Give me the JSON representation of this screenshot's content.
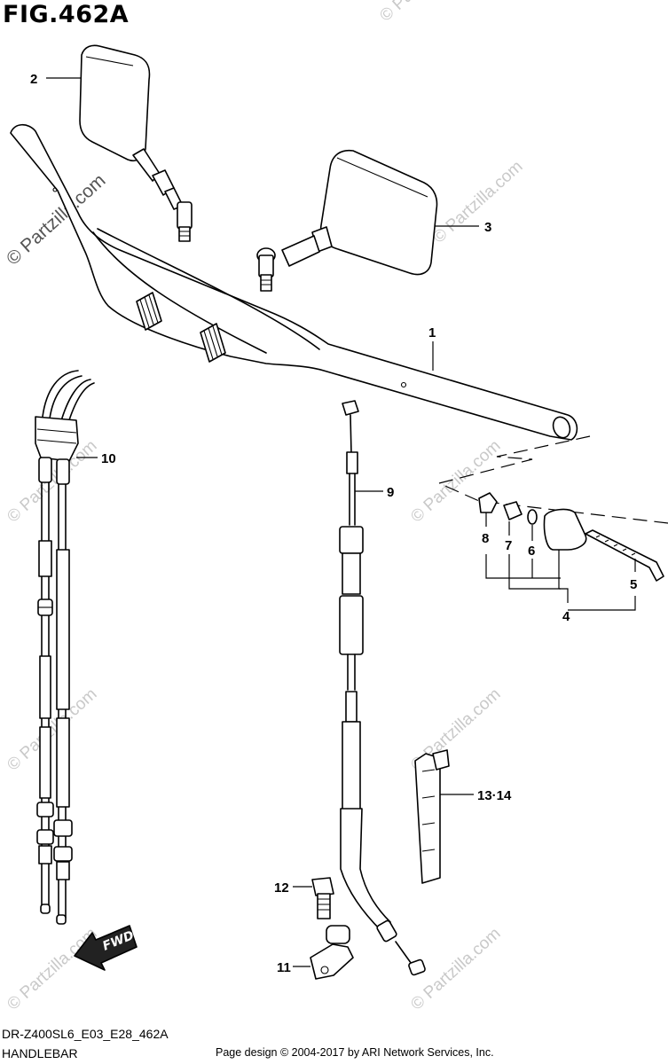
{
  "figure": {
    "title": "FIG.462A",
    "diagram_code": "DR-Z400SL6_E03_E28_462A",
    "section_name": "HANDLEBAR",
    "page_credit": "Page design © 2004-2017 by ARI Network Services, Inc."
  },
  "watermark": {
    "text": "© Partzilla.com",
    "color": "#c9c9c9"
  },
  "fwd_badge": {
    "label": "FWD"
  },
  "callouts": [
    {
      "id": "1",
      "label": "1"
    },
    {
      "id": "2",
      "label": "2"
    },
    {
      "id": "3",
      "label": "3"
    },
    {
      "id": "4",
      "label": "4"
    },
    {
      "id": "5",
      "label": "5"
    },
    {
      "id": "6",
      "label": "6"
    },
    {
      "id": "7",
      "label": "7"
    },
    {
      "id": "8",
      "label": "8"
    },
    {
      "id": "9",
      "label": "9"
    },
    {
      "id": "10",
      "label": "10"
    },
    {
      "id": "11",
      "label": "11"
    },
    {
      "id": "12",
      "label": "12"
    },
    {
      "id": "13-14",
      "label": "13·14"
    }
  ]
}
